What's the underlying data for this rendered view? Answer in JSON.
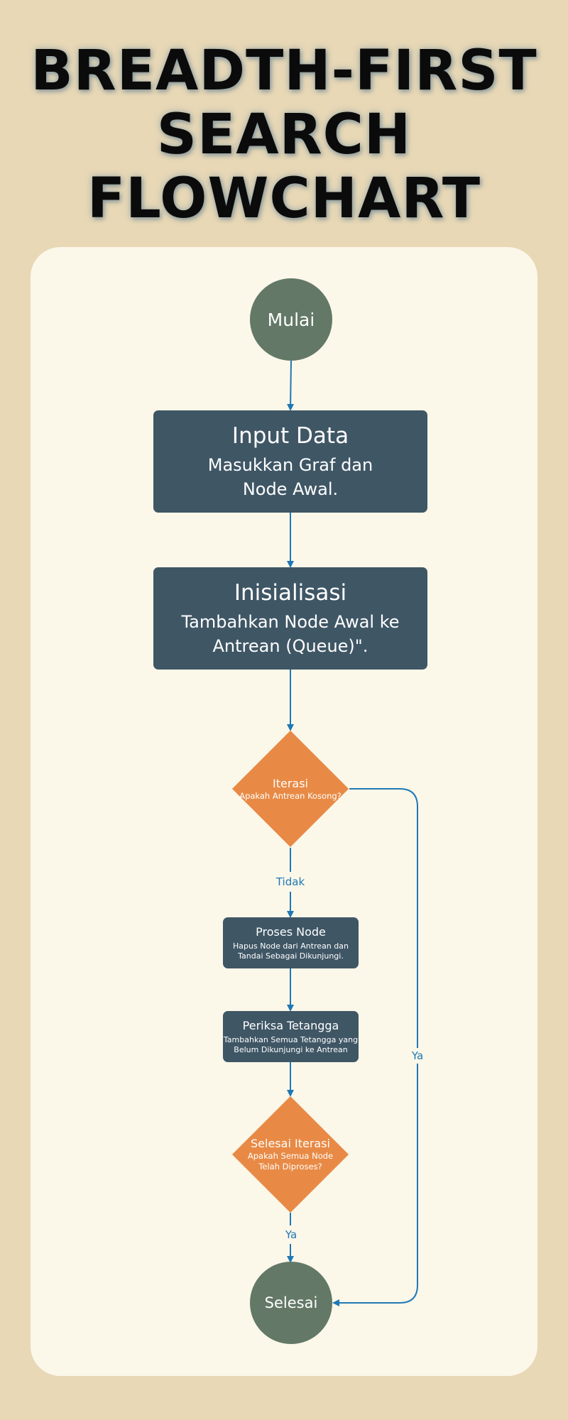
{
  "title": {
    "line1": "BREADTH-FIRST",
    "line2": "SEARCH",
    "line3": "FLOWCHART"
  },
  "nodes": {
    "start": {
      "label": "Mulai"
    },
    "input": {
      "heading": "Input Data",
      "desc_line1": "Masukkan Graf dan",
      "desc_line2": "Node Awal."
    },
    "init": {
      "heading": "Inisialisasi",
      "desc_line1": "Tambahkan Node Awal ke",
      "desc_line2": "Antrean (Queue)\"."
    },
    "iterate": {
      "heading": "Iterasi",
      "desc": "Apakah Antrean Kosong?"
    },
    "process": {
      "heading": "Proses Node",
      "desc_line1": "Hapus Node dari Antrean dan",
      "desc_line2": "Tandai Sebagai Dikunjungi."
    },
    "neighbors": {
      "heading": "Periksa Tetangga",
      "desc_line1": "Tambahkan Semua Tetangga yang",
      "desc_line2": "Belum Dikunjungi ke Antrean"
    },
    "finish_check": {
      "heading": "Selesai Iterasi",
      "desc_line1": "Apakah Semua Node",
      "desc_line2": "Telah Diproses?"
    },
    "end": {
      "label": "Selesai"
    }
  },
  "edges": {
    "no_label": "Tidak",
    "yes_label_right": "Ya",
    "yes_label_bottom": "Ya"
  },
  "colors": {
    "background": "#e8d8b6",
    "card": "#fbf7e9",
    "terminal": "#637866",
    "process": "#3f5665",
    "decision": "#e88a45",
    "arrow": "#1f78b4"
  }
}
